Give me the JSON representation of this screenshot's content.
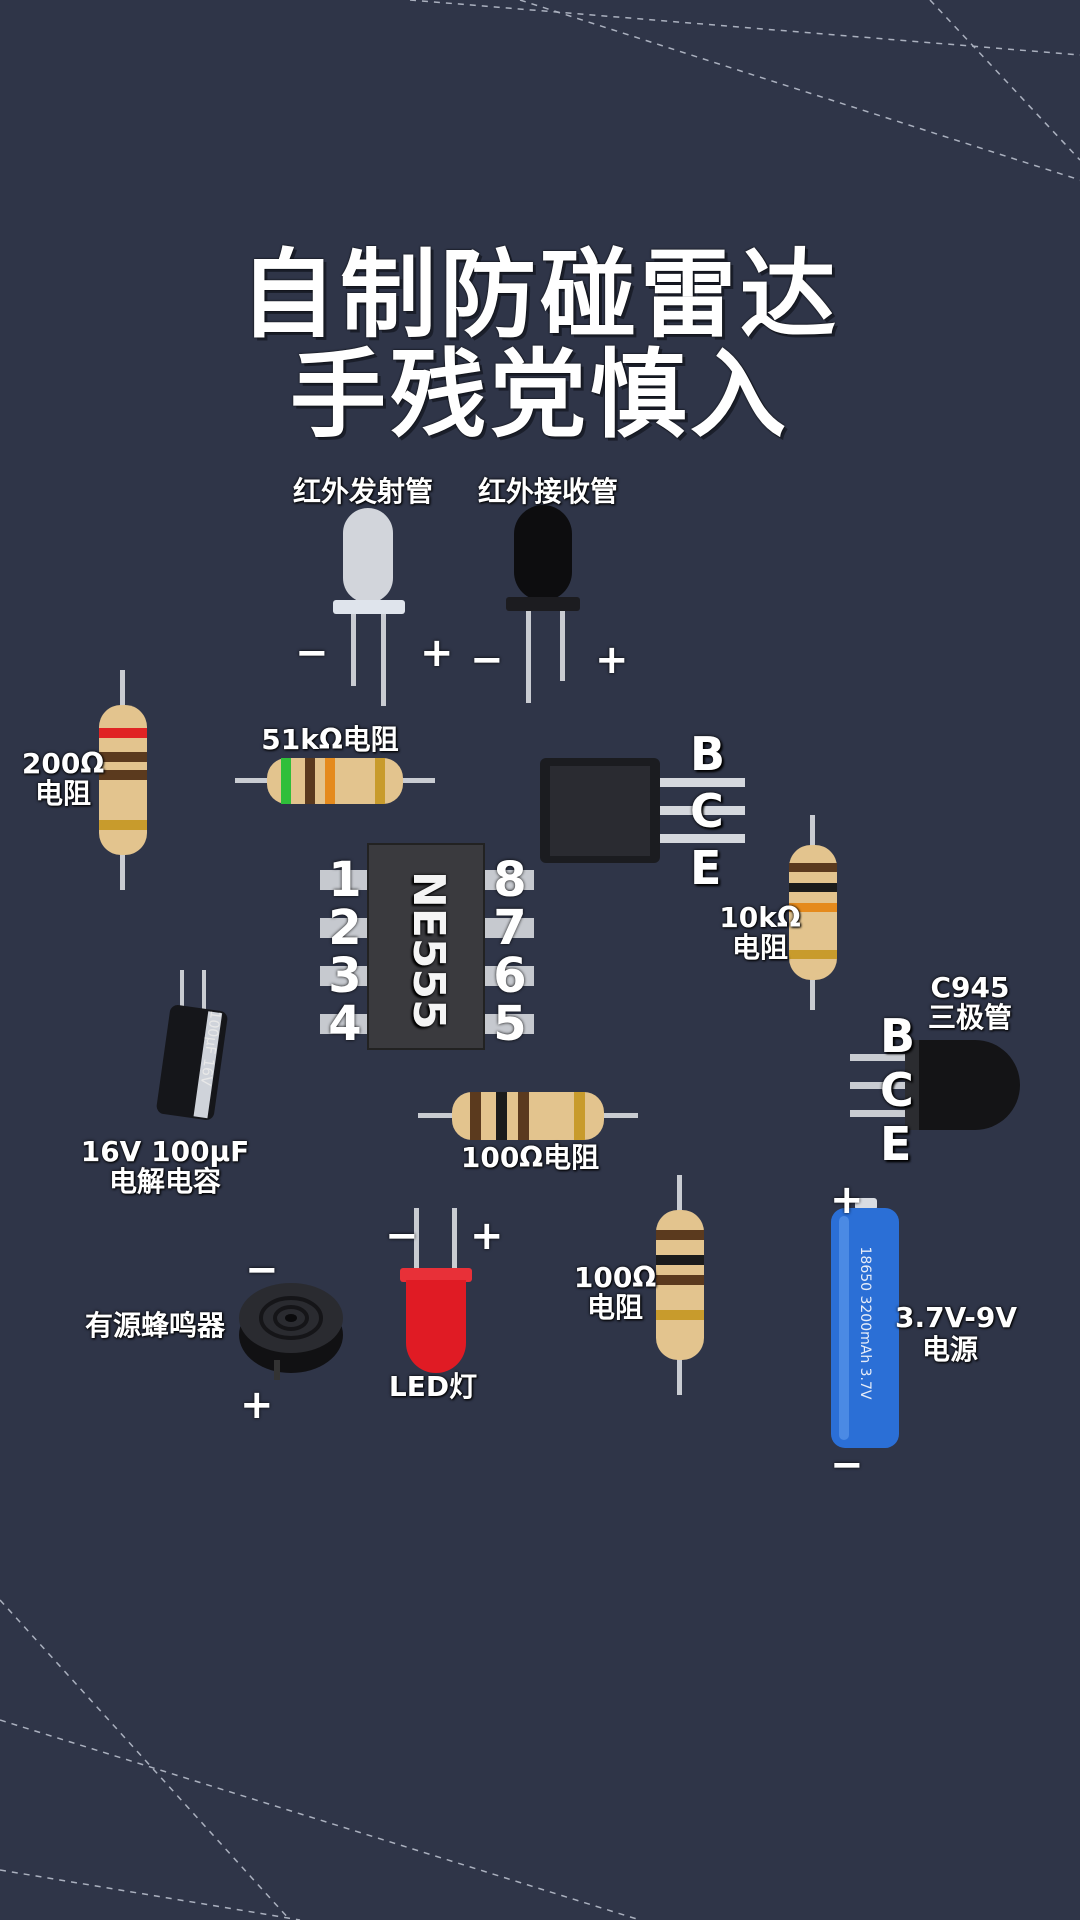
{
  "title": {
    "line1": "自制防碰雷达",
    "line2": "手残党慎入"
  },
  "ir_emitter": {
    "label": "红外发射管",
    "minus": "−",
    "plus": "+"
  },
  "ir_receiver": {
    "label": "红外接收管",
    "minus": "−",
    "plus": "+"
  },
  "resistor_200": {
    "label_line1": "200Ω",
    "label_line2": "电阻"
  },
  "resistor_51k": {
    "label": "51kΩ电阻"
  },
  "transistor_tab": {
    "pin_b": "B",
    "pin_c": "C",
    "pin_e": "E"
  },
  "resistor_10k": {
    "label_line1": "10kΩ",
    "label_line2": "电阻"
  },
  "ne555": {
    "chip_text": "NE555",
    "pins_left": [
      "1",
      "2",
      "3",
      "4"
    ],
    "pins_right": [
      "8",
      "7",
      "6",
      "5"
    ]
  },
  "c945": {
    "label_line1": "C945",
    "label_line2": "三极管",
    "pin_b": "B",
    "pin_c": "C",
    "pin_e": "E"
  },
  "capacitor": {
    "label_line1": "16V 100μF",
    "label_line2": "电解电容",
    "print": "100μF 16V"
  },
  "resistor_100_a": {
    "label": "100Ω电阻"
  },
  "buzzer": {
    "label": "有源蜂鸣器",
    "minus": "−",
    "plus": "+"
  },
  "led": {
    "label": "LED灯",
    "minus": "−",
    "plus": "+"
  },
  "resistor_100_b": {
    "label_line1": "100Ω",
    "label_line2": "电阻"
  },
  "battery": {
    "label_line1": "3.7V-9V",
    "label_line2": "电源",
    "plus": "+",
    "minus": "−",
    "print": "18650 3200mAh 3.7V"
  },
  "colors": {
    "background": "#2f3548",
    "text": "#ffffff",
    "resistor_body": "#e3c48e",
    "battery_blue": "#2b6fd6",
    "led_red": "#e01b24"
  }
}
